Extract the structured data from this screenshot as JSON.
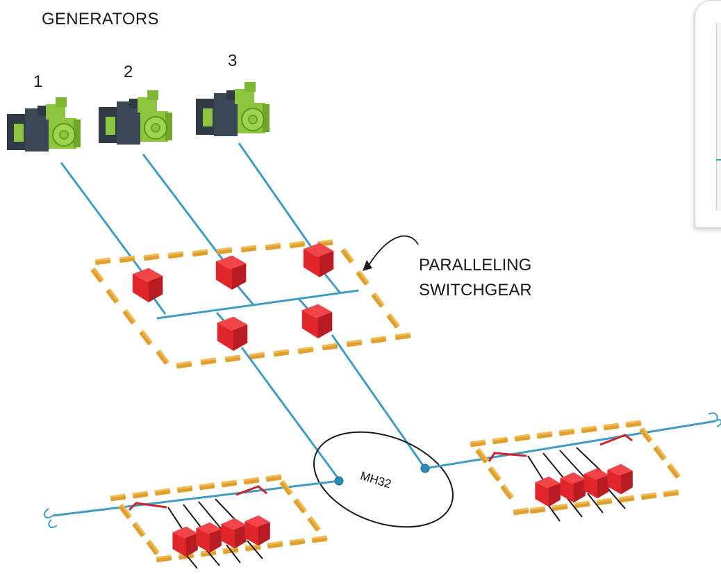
{
  "title": "GENERATORS",
  "generators": [
    {
      "label": "1"
    },
    {
      "label": "2"
    },
    {
      "label": "3"
    }
  ],
  "switchgear_label": {
    "line1": "PARALLELING",
    "line2": "SWITCHGEAR"
  },
  "manhole_label": "MH32",
  "colors": {
    "cable": "#3f9bc6",
    "breaker": "#d4262a",
    "enclosure": "#e0a02f",
    "generator_body": "#2e3b47",
    "generator_alternator": "#8cc63f",
    "tie_line": "#c8252a"
  },
  "icons": [
    "generator-icon",
    "breaker-icon",
    "enclosure-icon",
    "callout-arrow-icon"
  ]
}
